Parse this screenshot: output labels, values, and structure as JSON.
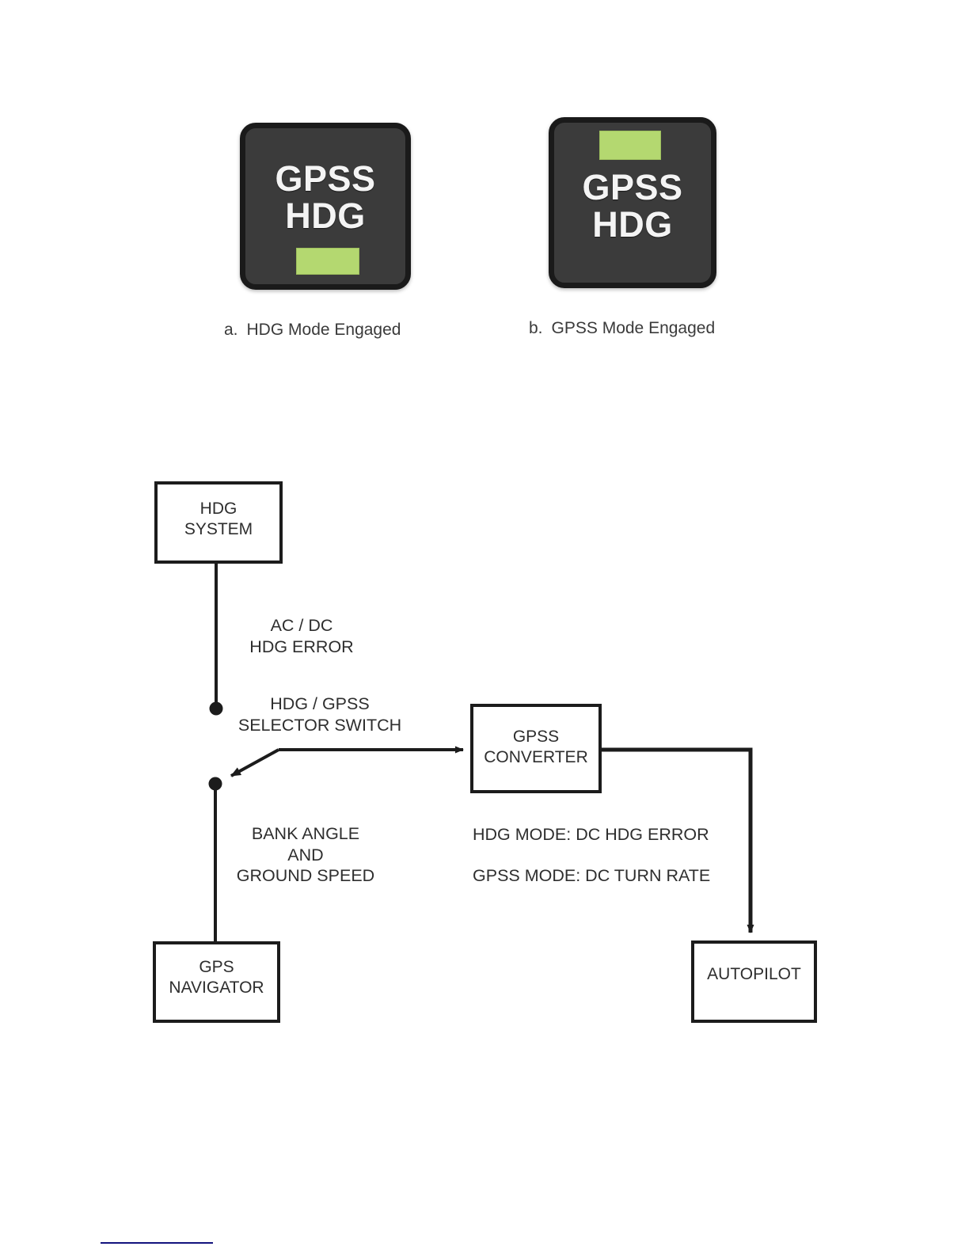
{
  "figure_a": {
    "button": {
      "line1": "GPSS",
      "line2": "HDG",
      "led_position": "bottom",
      "led_color": "#b4d870",
      "body_color": "#3b3b3b",
      "bezel_color": "#1a1a1a",
      "text_color": "#f4f4f4"
    },
    "caption_letter": "a.",
    "caption_text": "HDG Mode Engaged"
  },
  "figure_b": {
    "button": {
      "line1": "GPSS",
      "line2": "HDG",
      "led_position": "top",
      "led_color": "#b4d870",
      "body_color": "#3b3b3b",
      "bezel_color": "#1a1a1a",
      "text_color": "#f4f4f4"
    },
    "caption_letter": "b.",
    "caption_text": "GPSS Mode Engaged"
  },
  "diagram": {
    "boxes": [
      {
        "id": "hdg-system",
        "label": "HDG\nSYSTEM"
      },
      {
        "id": "gpss-converter",
        "label": "GPSS\nCONVERTER"
      },
      {
        "id": "gps-navigator",
        "label": "GPS\nNAVIGATOR"
      },
      {
        "id": "autopilot",
        "label": "AUTOPILOT"
      }
    ],
    "labels": {
      "hdg_error": "AC / DC\nHDG ERROR",
      "selector_switch": "HDG / GPSS\nSELECTOR SWITCH",
      "bank_ground": "BANK ANGLE\nAND\nGROUND SPEED",
      "hdg_mode_out": "HDG MODE:   DC HDG ERROR",
      "gpss_mode_out": "GPSS MODE: DC TURN RATE"
    },
    "line_color": "#1c1c1c"
  },
  "footer": {
    "rule_color": "#13137e"
  }
}
